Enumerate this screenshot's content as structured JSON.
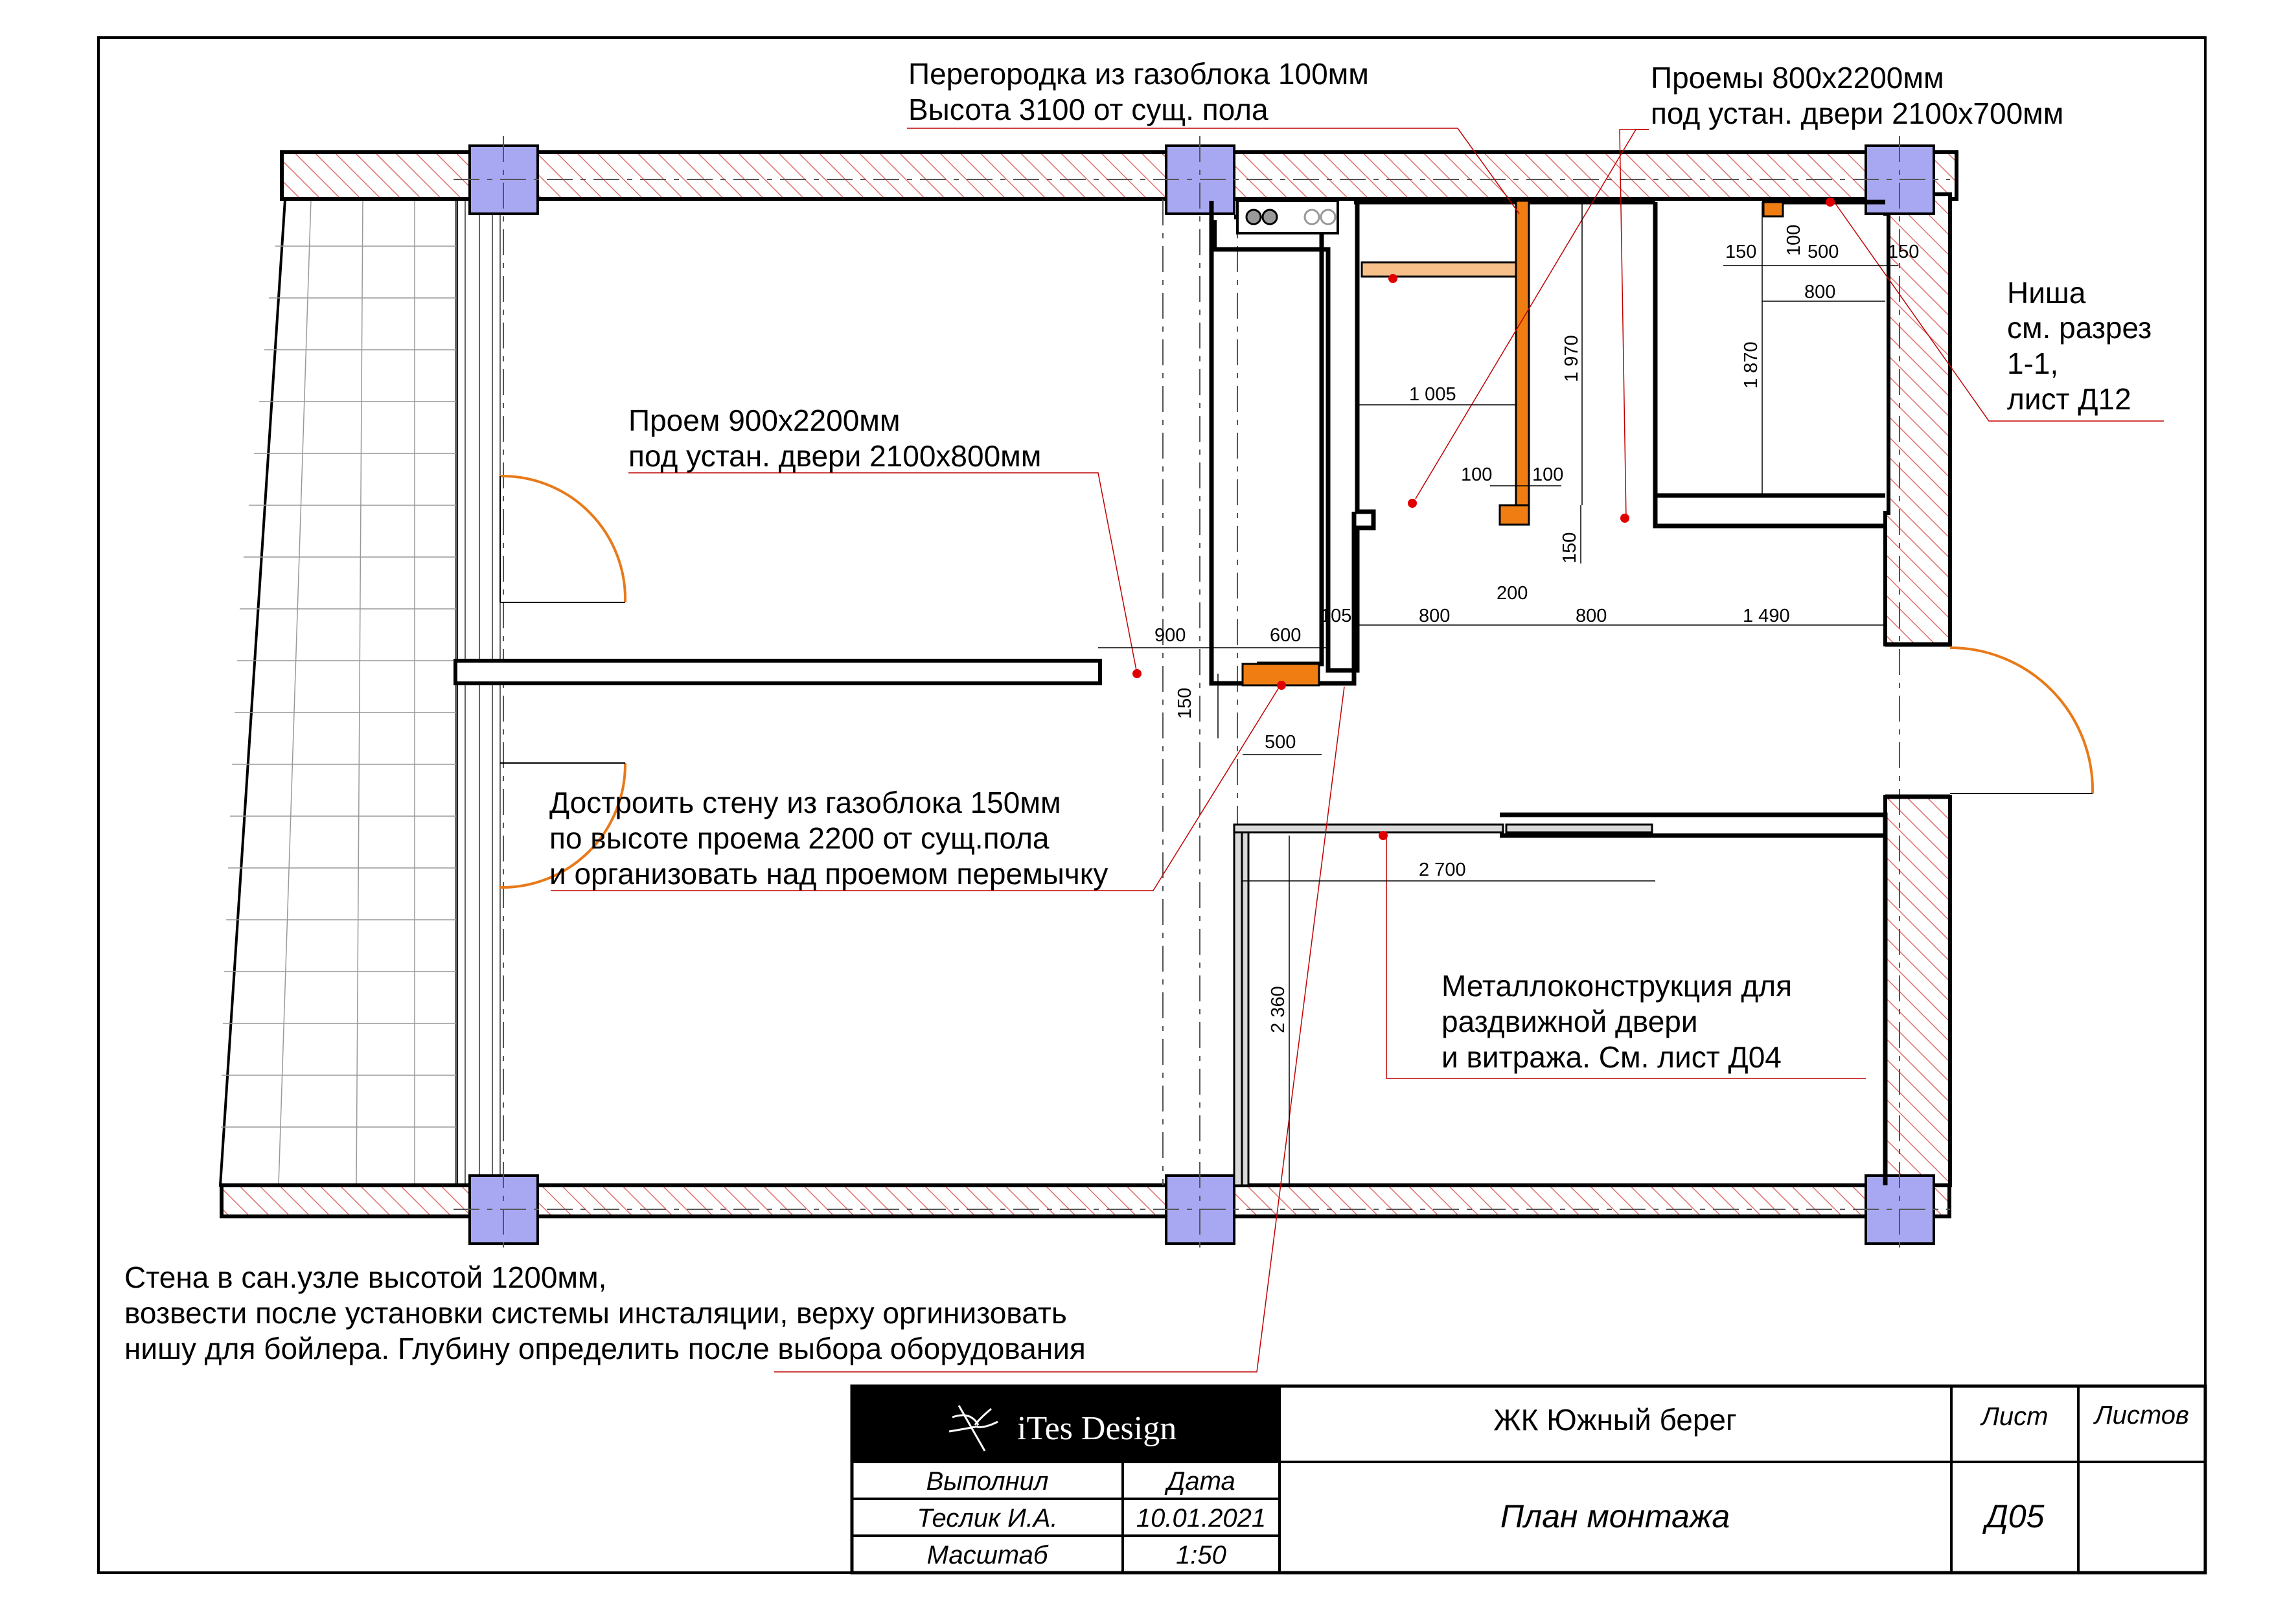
{
  "annotations": {
    "partition_line1": "Перегородка из газоблока 100мм",
    "partition_line2": "Высота 3100 от сущ. пола",
    "openings800_line1": "Проемы 800х2200мм",
    "openings800_line2": "под устан. двери 2100х700мм",
    "niche_line1": "Ниша",
    "niche_line2": "см. разрез",
    "niche_line3": "1-1,",
    "niche_line4": "лист Д12",
    "opening900_line1": "Проем 900х2200мм",
    "opening900_line2": "под устан. двери 2100х800мм",
    "wall150_line1": "Достроить стену из газоблока 150мм",
    "wall150_line2": "по высоте проема 2200 от сущ.пола",
    "wall150_line3": "и организовать над проемом перемычку",
    "metal_line1": "Металлоконструкция для",
    "metal_line2": "раздвижной двери",
    "metal_line3": "и витража. См. лист Д04",
    "bath_line1": "Стена в сан.узле высотой 1200мм,",
    "bath_line2": "возвести после установки системы инсталяции, верху оргинизовать",
    "bath_line3": "нишу для бойлера. Глубину определить после выбора оборудования"
  },
  "dimensions": {
    "d150_top_left": "150",
    "d100_top": "100",
    "d500_top": "500",
    "d150_top_right": "150",
    "d800_niche": "800",
    "d1870": "1 870",
    "d1970": "1 970",
    "d1005": "1 005",
    "d100_a": "100",
    "d100_b": "100",
    "d150_vert": "150",
    "d200": "200",
    "d105": "105",
    "d800_a": "800",
    "d800_b": "800",
    "d1490": "1 490",
    "d900": "900",
    "d600": "600",
    "d150_left": "150",
    "d500_bottom": "500",
    "d2700": "2 700",
    "d2360": "2 360"
  },
  "title_block": {
    "logo": "iTes Design",
    "project": "ЖК Южный берег",
    "sheet_label": "Лист",
    "sheets_label": "Листов",
    "performed_label": "Выполнил",
    "date_label": "Дата",
    "author": "Теслик И.А.",
    "date": "10.01.2021",
    "scale_label": "Масштаб",
    "scale": "1:50",
    "drawing_title": "План монтажа",
    "sheet_number": "Д05",
    "sheets_count": ""
  },
  "colors": {
    "wall_hatch": "#e07070",
    "column_fill": "#a7a7f2",
    "partition_orange": "#f07d12",
    "lintel_light": "#f7c08a",
    "door_arc": "#e87a1a",
    "marker_red": "#e00000"
  }
}
